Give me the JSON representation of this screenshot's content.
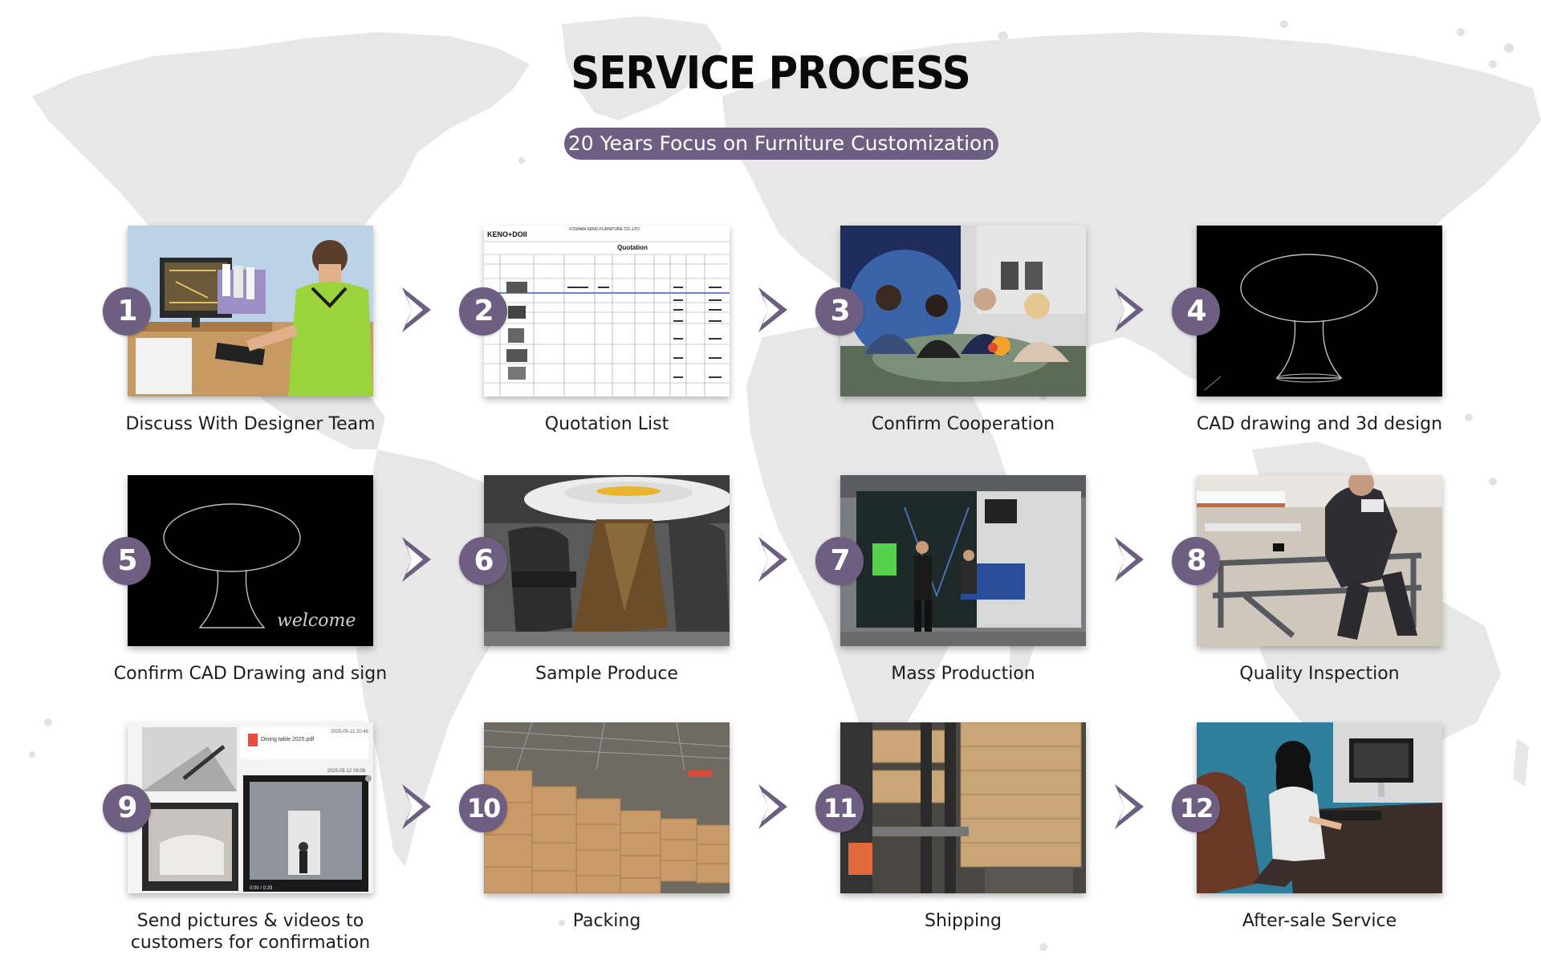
{
  "header": {
    "title": "SERVICE PROCESS",
    "subtitle": "20 Years Focus on Furniture Customization"
  },
  "colors": {
    "accent": "#6e5f82",
    "map": "#e6e6e6",
    "title": "#0a0a0a",
    "caption": "#1d1d1d"
  },
  "steps": [
    {
      "number": "1",
      "caption": "Discuss With Designer Team"
    },
    {
      "number": "2",
      "caption": "Quotation List"
    },
    {
      "number": "3",
      "caption": "Confirm Cooperation"
    },
    {
      "number": "4",
      "caption": "CAD drawing and 3d design"
    },
    {
      "number": "5",
      "caption": "Confirm CAD Drawing and sign"
    },
    {
      "number": "6",
      "caption": "Sample Produce"
    },
    {
      "number": "7",
      "caption": "Mass Production"
    },
    {
      "number": "8",
      "caption": "Quality Inspection"
    },
    {
      "number": "9",
      "caption": "Send pictures & videos to customers for confirmation"
    },
    {
      "number": "10",
      "caption": "Packing"
    },
    {
      "number": "11",
      "caption": "Shipping"
    },
    {
      "number": "12",
      "caption": "After-sale Service"
    }
  ],
  "photo_text": {
    "quotation_company": "FOSHAN KENO FURNITURE CO.,LTD",
    "quotation_heading": "Quotation",
    "quotation_logo": "KENO+DOII",
    "cad_welcome": "welcome",
    "chat_file": "Dining table 2025.pdf",
    "chat_time_1": "2025-05-11 20:46",
    "chat_time_2": "2025-05-12 09:06",
    "chat_video_time": "0:00 / 0:29"
  },
  "icons": {
    "arrow": "chevron-right-icon"
  }
}
